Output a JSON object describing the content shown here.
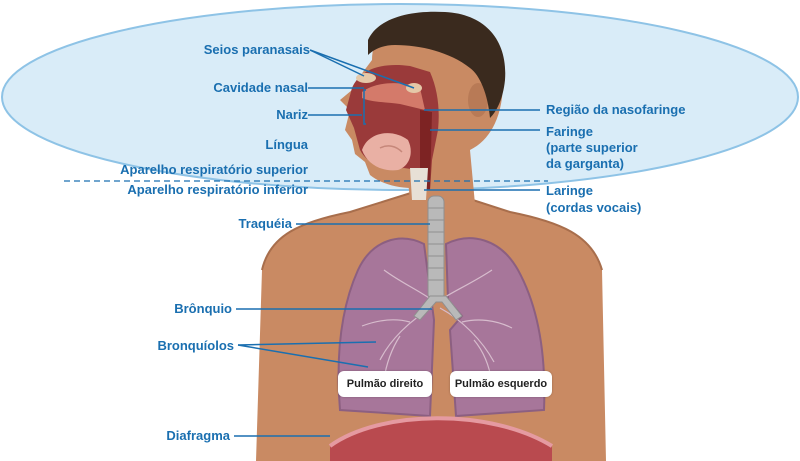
{
  "labels_left": {
    "sinuses": "Seios paranasais",
    "nasal_cavity": "Cavidade nasal",
    "nose": "Nariz",
    "tongue": "Língua",
    "upper_tract": "Aparelho respiratório superior",
    "lower_tract": "Aparelho respiratório inferior",
    "trachea": "Traquéia",
    "bronchus": "Brônquio",
    "bronchioles": "Bronquíolos",
    "diaphragm": "Diafragma"
  },
  "labels_right": {
    "nasopharynx": "Região da nasofaringe",
    "pharynx_1": "Faringe",
    "pharynx_2": "(parte superior",
    "pharynx_3": "da garganta)",
    "larynx_1": "Laringe",
    "larynx_2": "(cordas vocais)"
  },
  "lung_tags": {
    "right_lung": "Pulmão direito",
    "left_lung": "Pulmão esquerdo"
  },
  "colors": {
    "label_blue": "#1a6fb0",
    "ellipse_fill": "#d9ecf8",
    "skin": "#c98a63",
    "hair": "#3a2a1e",
    "lung": "#a7769a",
    "diaphragm": "#b94a4f",
    "trachea": "#b9b9b9"
  }
}
